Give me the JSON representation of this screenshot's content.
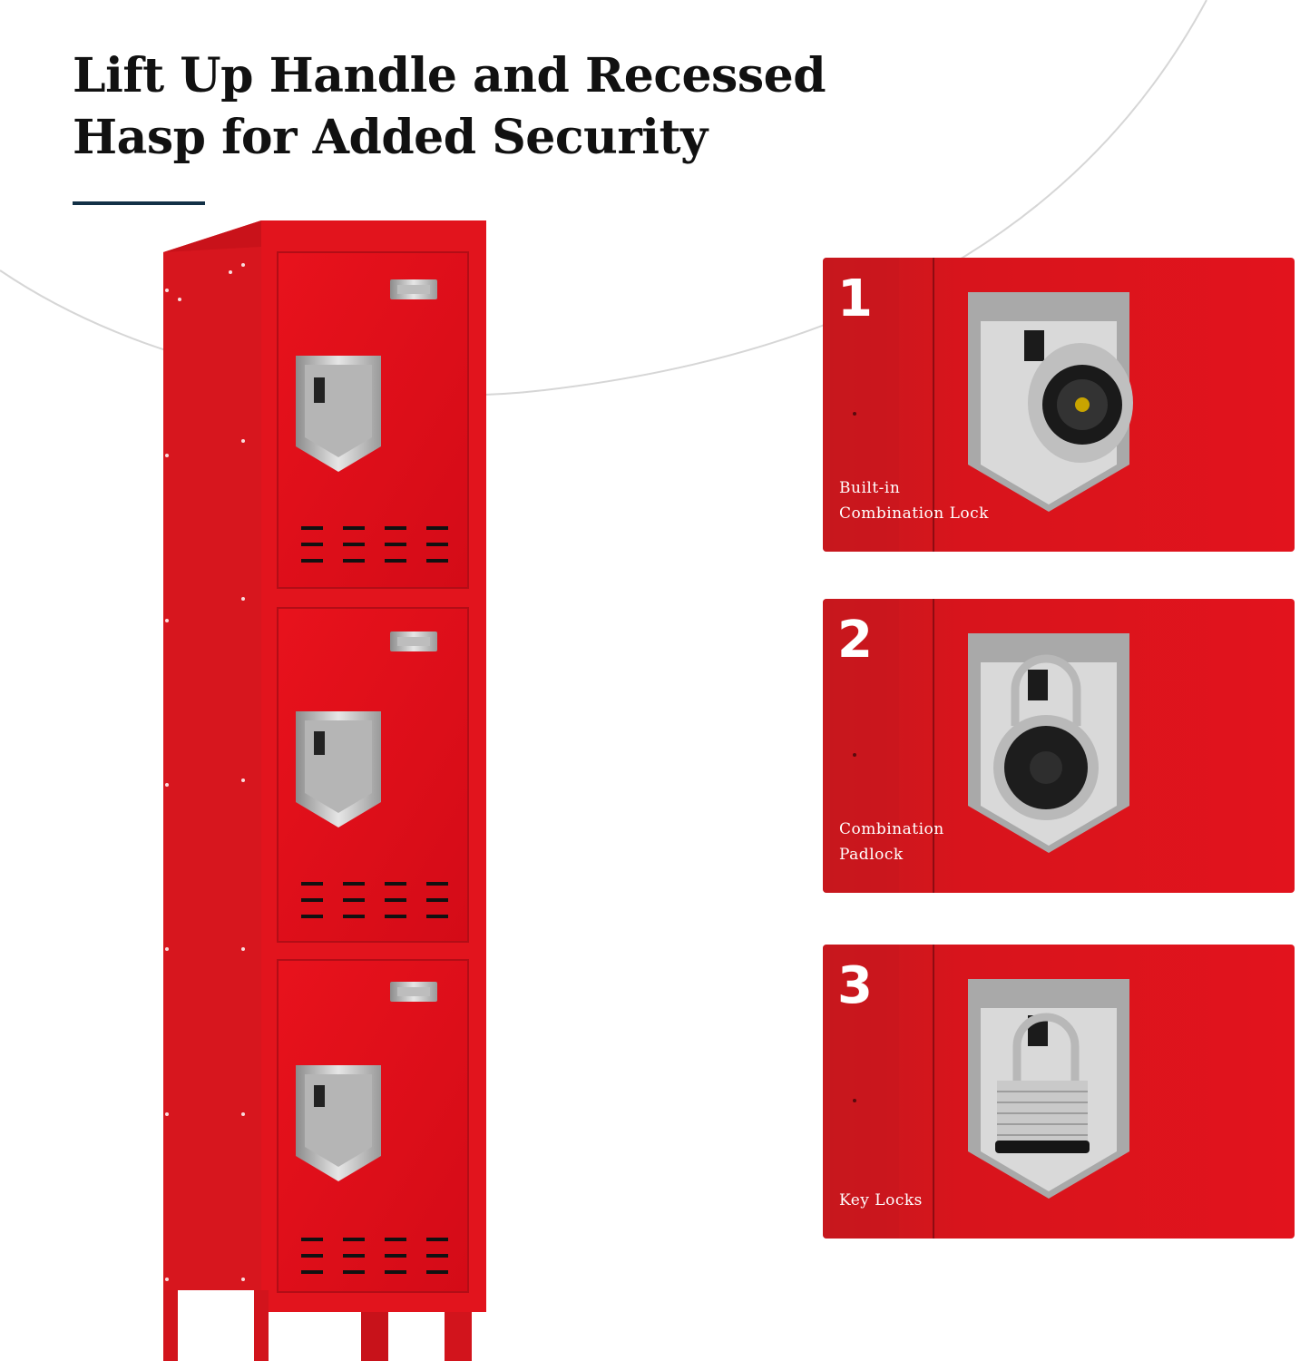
{
  "headline": {
    "line1": "Lift Up Handle and Recessed",
    "line2": "Hasp for Added Security"
  },
  "colors": {
    "locker_red": "#e0141c",
    "accent_rule": "#123046",
    "headline_text": "#111111",
    "panel_label": "#ffffff"
  },
  "panels": [
    {
      "number": "1",
      "label": "Built-in\nCombination Lock",
      "lock_icon": "dial-combination-lock-icon"
    },
    {
      "number": "2",
      "label": "Combination\nPadlock",
      "lock_icon": "combination-padlock-icon"
    },
    {
      "number": "3",
      "label": "Key Locks",
      "lock_icon": "keyed-padlock-icon"
    }
  ]
}
